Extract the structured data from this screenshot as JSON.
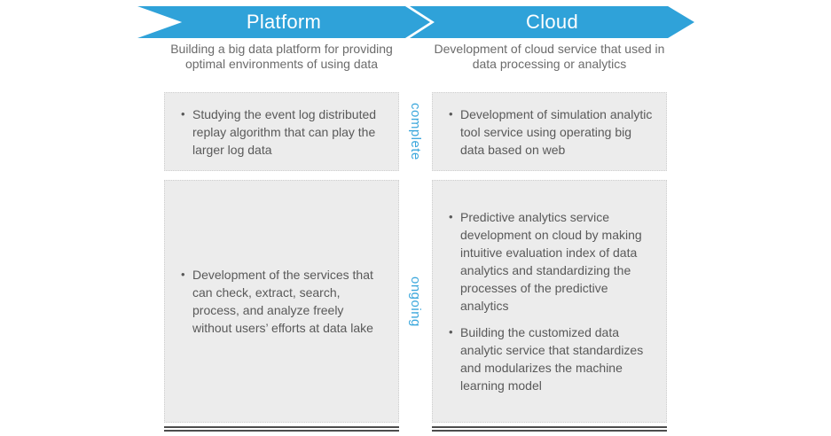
{
  "columns": {
    "platform": {
      "header": "Platform",
      "description": "Building a big data platform for providing optimal environments of using data",
      "complete_items": [
        "Studying the event log distributed replay algorithm that can play the larger log data"
      ],
      "ongoing_items": [
        "Development of the services that can check, extract, search, process, and analyze freely without users’ efforts at data lake"
      ]
    },
    "cloud": {
      "header": "Cloud",
      "description": "Development of cloud service that used in data processing or analytics",
      "complete_items": [
        "Development of simulation analytic tool service using operating big data based on web"
      ],
      "ongoing_items": [
        "Predictive analytics service development on cloud by making intuitive evaluation index of data analytics and standardizing the processes of the predictive analytics",
        "Building the customized data analytic service that standardizes and modularizes the machine learning model"
      ]
    }
  },
  "row_labels": {
    "complete": "complete",
    "ongoing": "ongoing"
  },
  "colors": {
    "banner_blue": "#2FA2D9",
    "label_blue": "#3BA7DC",
    "box_gray": "#ECECEC",
    "text_gray": "#595959",
    "rule_dark": "#4D4D4D"
  }
}
